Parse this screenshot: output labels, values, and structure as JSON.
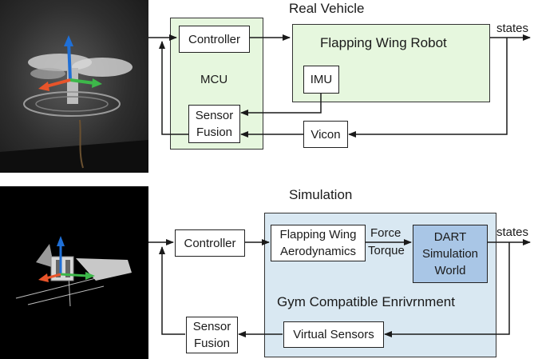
{
  "real": {
    "title": "Real Vehicle",
    "controller": "Controller",
    "robot": "Flapping Wing Robot",
    "mcu": "MCU",
    "imu": "IMU",
    "sensor_fusion": "Sensor\nFusion",
    "vicon": "Vicon",
    "states": "states"
  },
  "sim": {
    "title": "Simulation",
    "controller": "Controller",
    "aero": "Flapping Wing\nAerodynamics",
    "force": "Force",
    "torque": "Torque",
    "dart": "DART\nSimulation\nWorld",
    "gym": "Gym Compatible Enrivrnment",
    "virtual_sensors": "Virtual Sensors",
    "sensor_fusion": "Sensor\nFusion",
    "states": "states"
  },
  "colors": {
    "mcu_fill": "#e6f7de",
    "gym_fill": "#d9e8f2",
    "dart_fill": "#a9c6e6",
    "axis_x": "#e8542a",
    "axis_y": "#3db84a",
    "axis_z": "#1f6fd6"
  }
}
